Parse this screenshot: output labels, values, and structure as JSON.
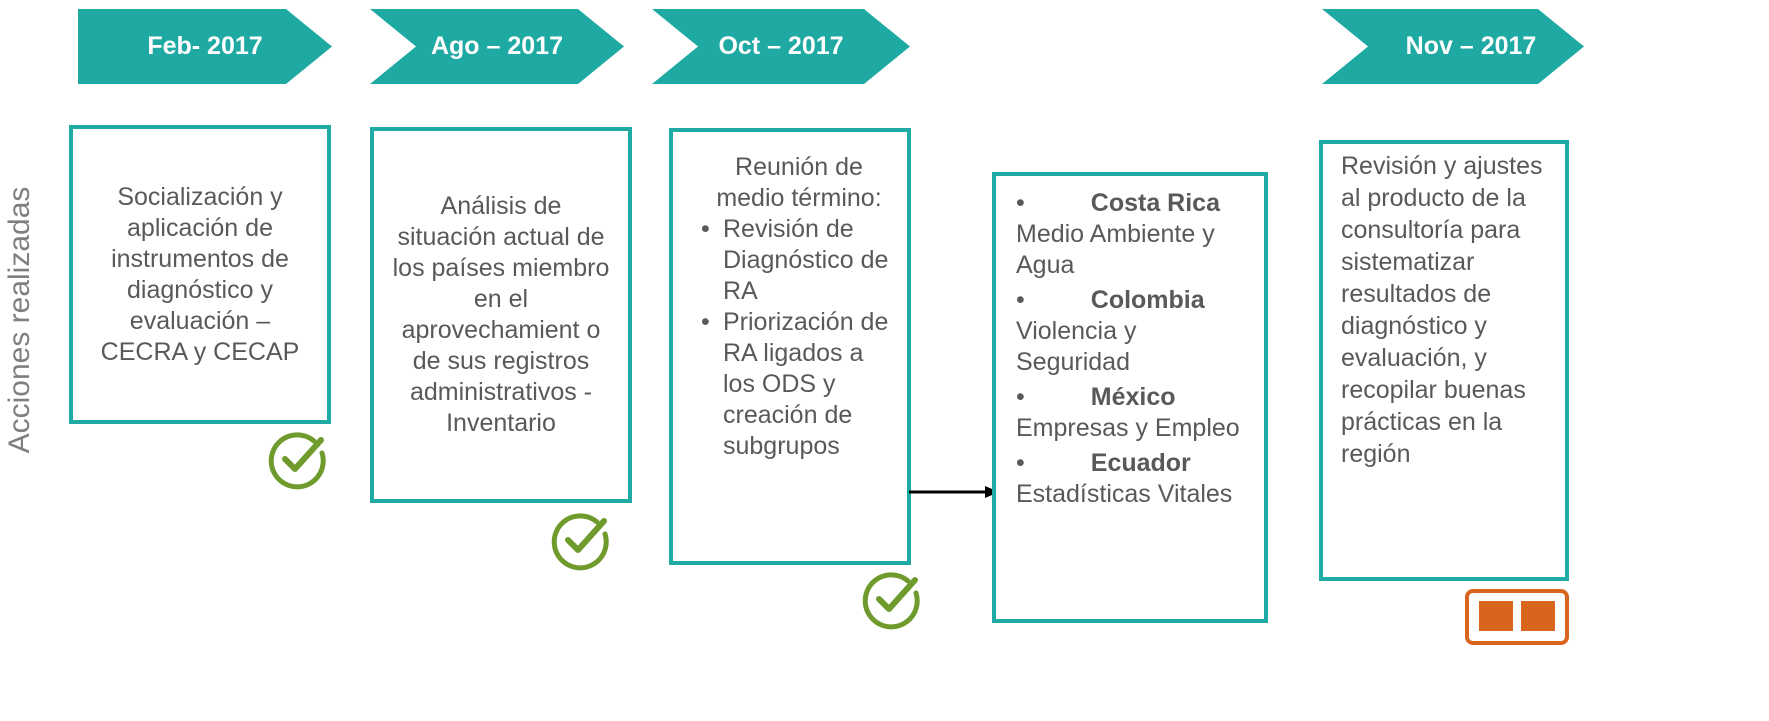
{
  "timeline": [
    {
      "date": "Feb- 2017"
    },
    {
      "date": "Ago – 2017"
    },
    {
      "date": "Oct – 2017"
    },
    {
      "date": "Nov – 2017"
    }
  ],
  "side_label": "Acciones realizadas",
  "box1": {
    "text": "Socialización y aplicación de instrumentos de diagnóstico y evaluación – CECRA y CECAP"
  },
  "box2": {
    "text": "Análisis de situación actual de los países miembro en el aprovechamient o de sus registros administrativos - Inventario"
  },
  "box3": {
    "intro": "Reunión de medio término:",
    "bullets": [
      "Revisión de Diagnóstico de RA",
      "Priorización de RA ligados a los ODS y creación de subgrupos"
    ]
  },
  "countries": [
    {
      "bullet": "•",
      "name": "Costa Rica",
      "topic": "Medio Ambiente y Agua"
    },
    {
      "bullet": "•",
      "name": "Colombia",
      "topic": "Violencia y Seguridad"
    },
    {
      "bullet": "•",
      "name": "México",
      "topic": "Empresas y Empleo"
    },
    {
      "bullet": "•",
      "name": "Ecuador",
      "topic": "Estadísticas Vitales"
    }
  ],
  "box5": {
    "text": "Revisión y ajustes al producto de la consultoría para sistematizar resultados de diagnóstico y evaluación, y recopilar buenas prácticas en la región"
  },
  "colors": {
    "accent": "#1fa9a3",
    "check": "#6f9a2c",
    "icon": "#d9641e",
    "text": "#595959"
  },
  "icons": [
    "check-icon",
    "check-icon",
    "check-icon",
    "arrow-right-icon",
    "grid-icon"
  ]
}
